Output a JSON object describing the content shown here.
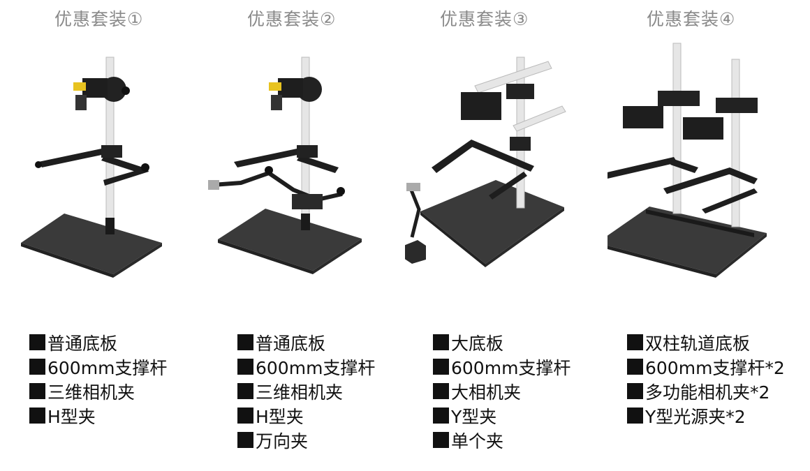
{
  "colors": {
    "title": "#8a8a8a",
    "text": "#111111",
    "board": "#3a3a3a",
    "board_top": "#4a4a4a",
    "pole": "#e6e6e6",
    "clamp": "#1e1e1e",
    "camera_yellow": "#e8c320"
  },
  "packages": [
    {
      "title": "优惠套装①",
      "items": [
        "普通底板",
        "600mm支撑杆",
        "三维相机夹",
        "H型夹"
      ]
    },
    {
      "title": "优惠套装②",
      "items": [
        "普通底板",
        "600mm支撑杆",
        "三维相机夹",
        "H型夹",
        "万向夹"
      ]
    },
    {
      "title": "优惠套装③",
      "items": [
        "大底板",
        "600mm支撑杆",
        "大相机夹",
        "Y型夹",
        "单个夹"
      ]
    },
    {
      "title": "优惠套装④",
      "items": [
        "双柱轨道底板",
        "600mm支撑杆*2",
        "多功能相机夹*2",
        "Y型光源夹*2"
      ]
    }
  ]
}
